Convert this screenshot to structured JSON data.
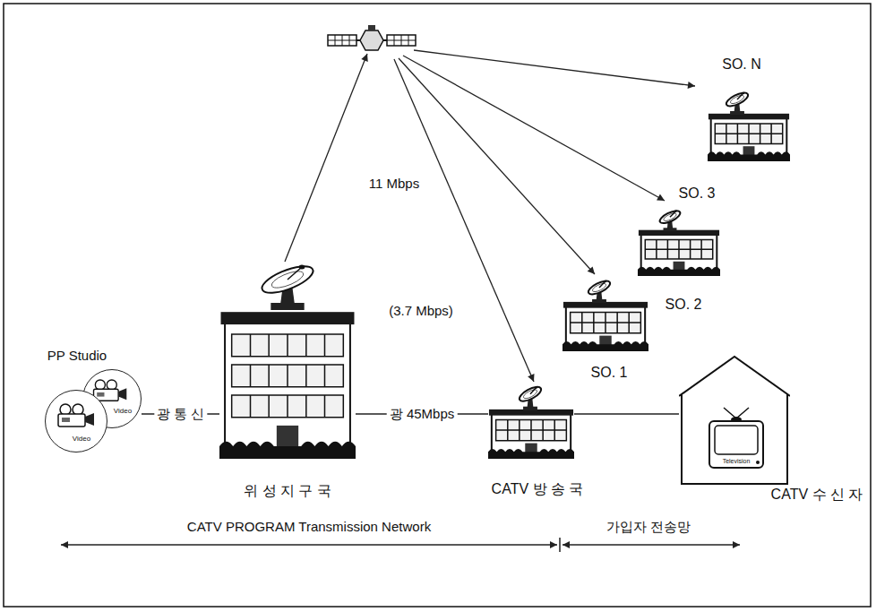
{
  "diagram": {
    "nodes": [
      {
        "text": [
          "PP Studio"
        ]
      },
      {
        "text": [
          "Video"
        ],
        "in": 0
      },
      {
        "text": [
          "Video"
        ],
        "in": 0
      },
      {
        "text": [
          "위 성 지 구 국"
        ]
      },
      {
        "text": [
          "SO. 1",
          "CATV 방 송 국"
        ]
      },
      {
        "text": [
          "SO. 2"
        ]
      },
      {
        "text": [
          "SO. 3"
        ]
      },
      {
        "text": [
          "SO. N"
        ]
      },
      {
        "text": [
          "CATV 수 신 자"
        ]
      },
      {
        "text": [
          "Television"
        ],
        "in": 8
      }
    ],
    "edges": [
      {
        "from": 0,
        "to": 3,
        "label": "광 통 신",
        "arrow": "none"
      },
      {
        "from": 3,
        "to": 4,
        "label": "광 45Mbps",
        "arrow": "none"
      },
      {
        "from": 4,
        "to": 8,
        "arrow": "none"
      }
    ],
    "labels": [
      "11 Mbps",
      "(3.7 Mbps)",
      "CATV PROGRAM Transmission Network",
      "가입자 전송망"
    ]
  }
}
